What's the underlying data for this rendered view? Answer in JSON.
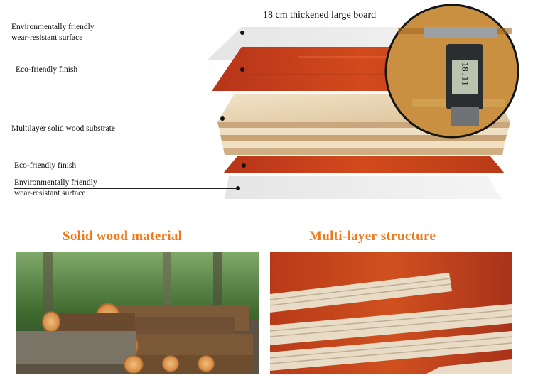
{
  "header": {
    "title": "18 cm thickened large board"
  },
  "layers": [
    {
      "label": "Environmentally friendly\nwear-resistant surface"
    },
    {
      "label": "Eco-friendly finish"
    },
    {
      "label": "Multilayer solid wood substrate"
    },
    {
      "label": "Eco-friendly finish"
    },
    {
      "label": "Environmentally friendly\nwear-resistant surface"
    }
  ],
  "caliper": {
    "reading": "18.11"
  },
  "sections": [
    {
      "title": "Solid wood material"
    },
    {
      "title": "Multi-layer structure"
    }
  ],
  "colors": {
    "accent": "#f07a1a",
    "veneer": "#c23f16",
    "substrate": "#ead8b8"
  }
}
